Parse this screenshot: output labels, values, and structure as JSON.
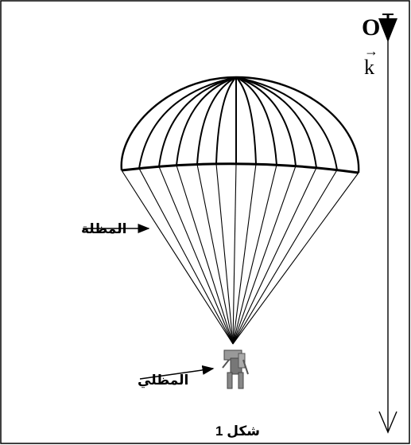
{
  "axis": {
    "origin_label": "O",
    "unit_vector_label": "k",
    "unit_vector_arrow": "→"
  },
  "labels": {
    "parachute": "المظلة",
    "parachutist": "المظلي",
    "figure_caption": "شكل 1"
  },
  "colors": {
    "ink": "#000000",
    "background": "#ffffff"
  }
}
